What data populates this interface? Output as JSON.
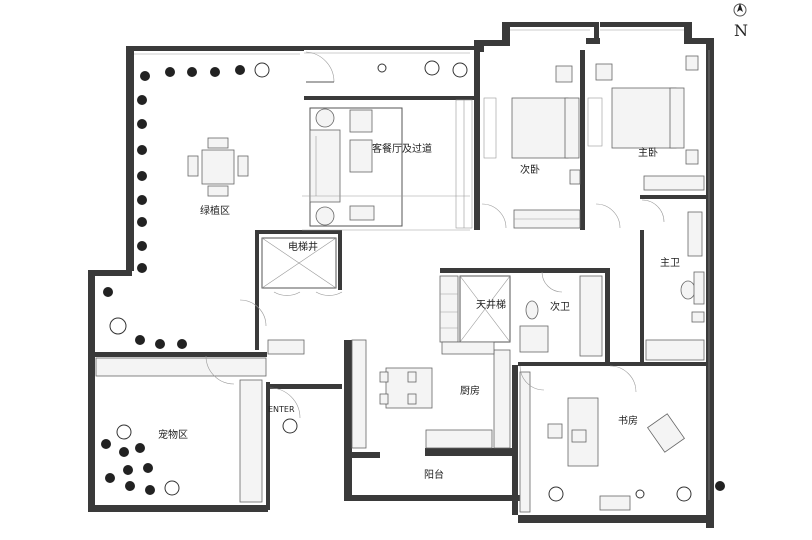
{
  "compass": {
    "label": "N"
  },
  "entrance": {
    "label": "ENTER"
  },
  "rooms": {
    "living": "客餐厅及过道",
    "garden": "绿植区",
    "elevator": "电梯井",
    "second_bedroom": "次卧",
    "master_bedroom": "主卧",
    "master_bath": "主卫",
    "patio": "天井梯",
    "second_bath": "次卫",
    "kitchen": "厨房",
    "study": "书房",
    "pet": "宠物区",
    "balcony": "阳台"
  }
}
